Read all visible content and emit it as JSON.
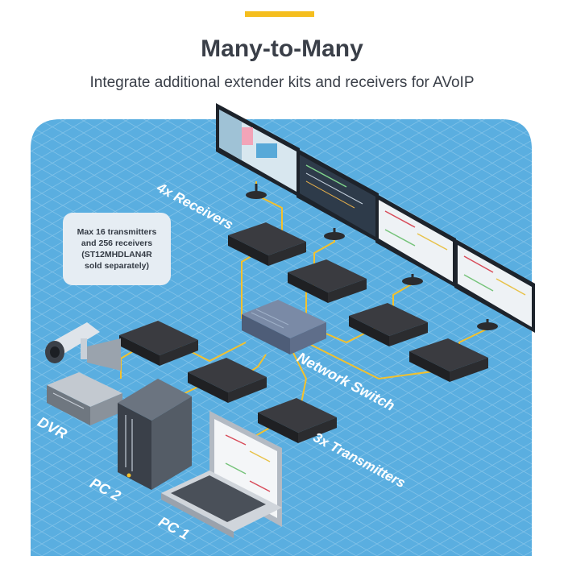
{
  "header": {
    "title": "Many-to-Many",
    "subtitle": "Integrate additional extender kits and receivers for AVoIP"
  },
  "note": {
    "lines": [
      "Max 16 transmitters",
      "and 256 receivers",
      "(ST12MHDLAN4R",
      "sold separately)"
    ]
  },
  "labels": {
    "receivers": "4x Receivers",
    "network_switch": "Network Switch",
    "transmitters": "3x Transmitters",
    "dvr": "DVR",
    "pc2": "PC 2",
    "pc1": "PC 1"
  },
  "colors": {
    "accent": "#f5be1e",
    "background_panel": "#5aaee0",
    "grid_line": "#7fc1e8",
    "cable": "#f2c12e",
    "device_dark": "#2b2c2f",
    "switch_body": "#5a6b88"
  },
  "icons": [
    "receiver-box-icon",
    "transmitter-box-icon",
    "network-switch-icon",
    "monitor-icon",
    "security-camera-icon",
    "dvr-icon",
    "pc-tower-icon",
    "laptop-icon"
  ]
}
